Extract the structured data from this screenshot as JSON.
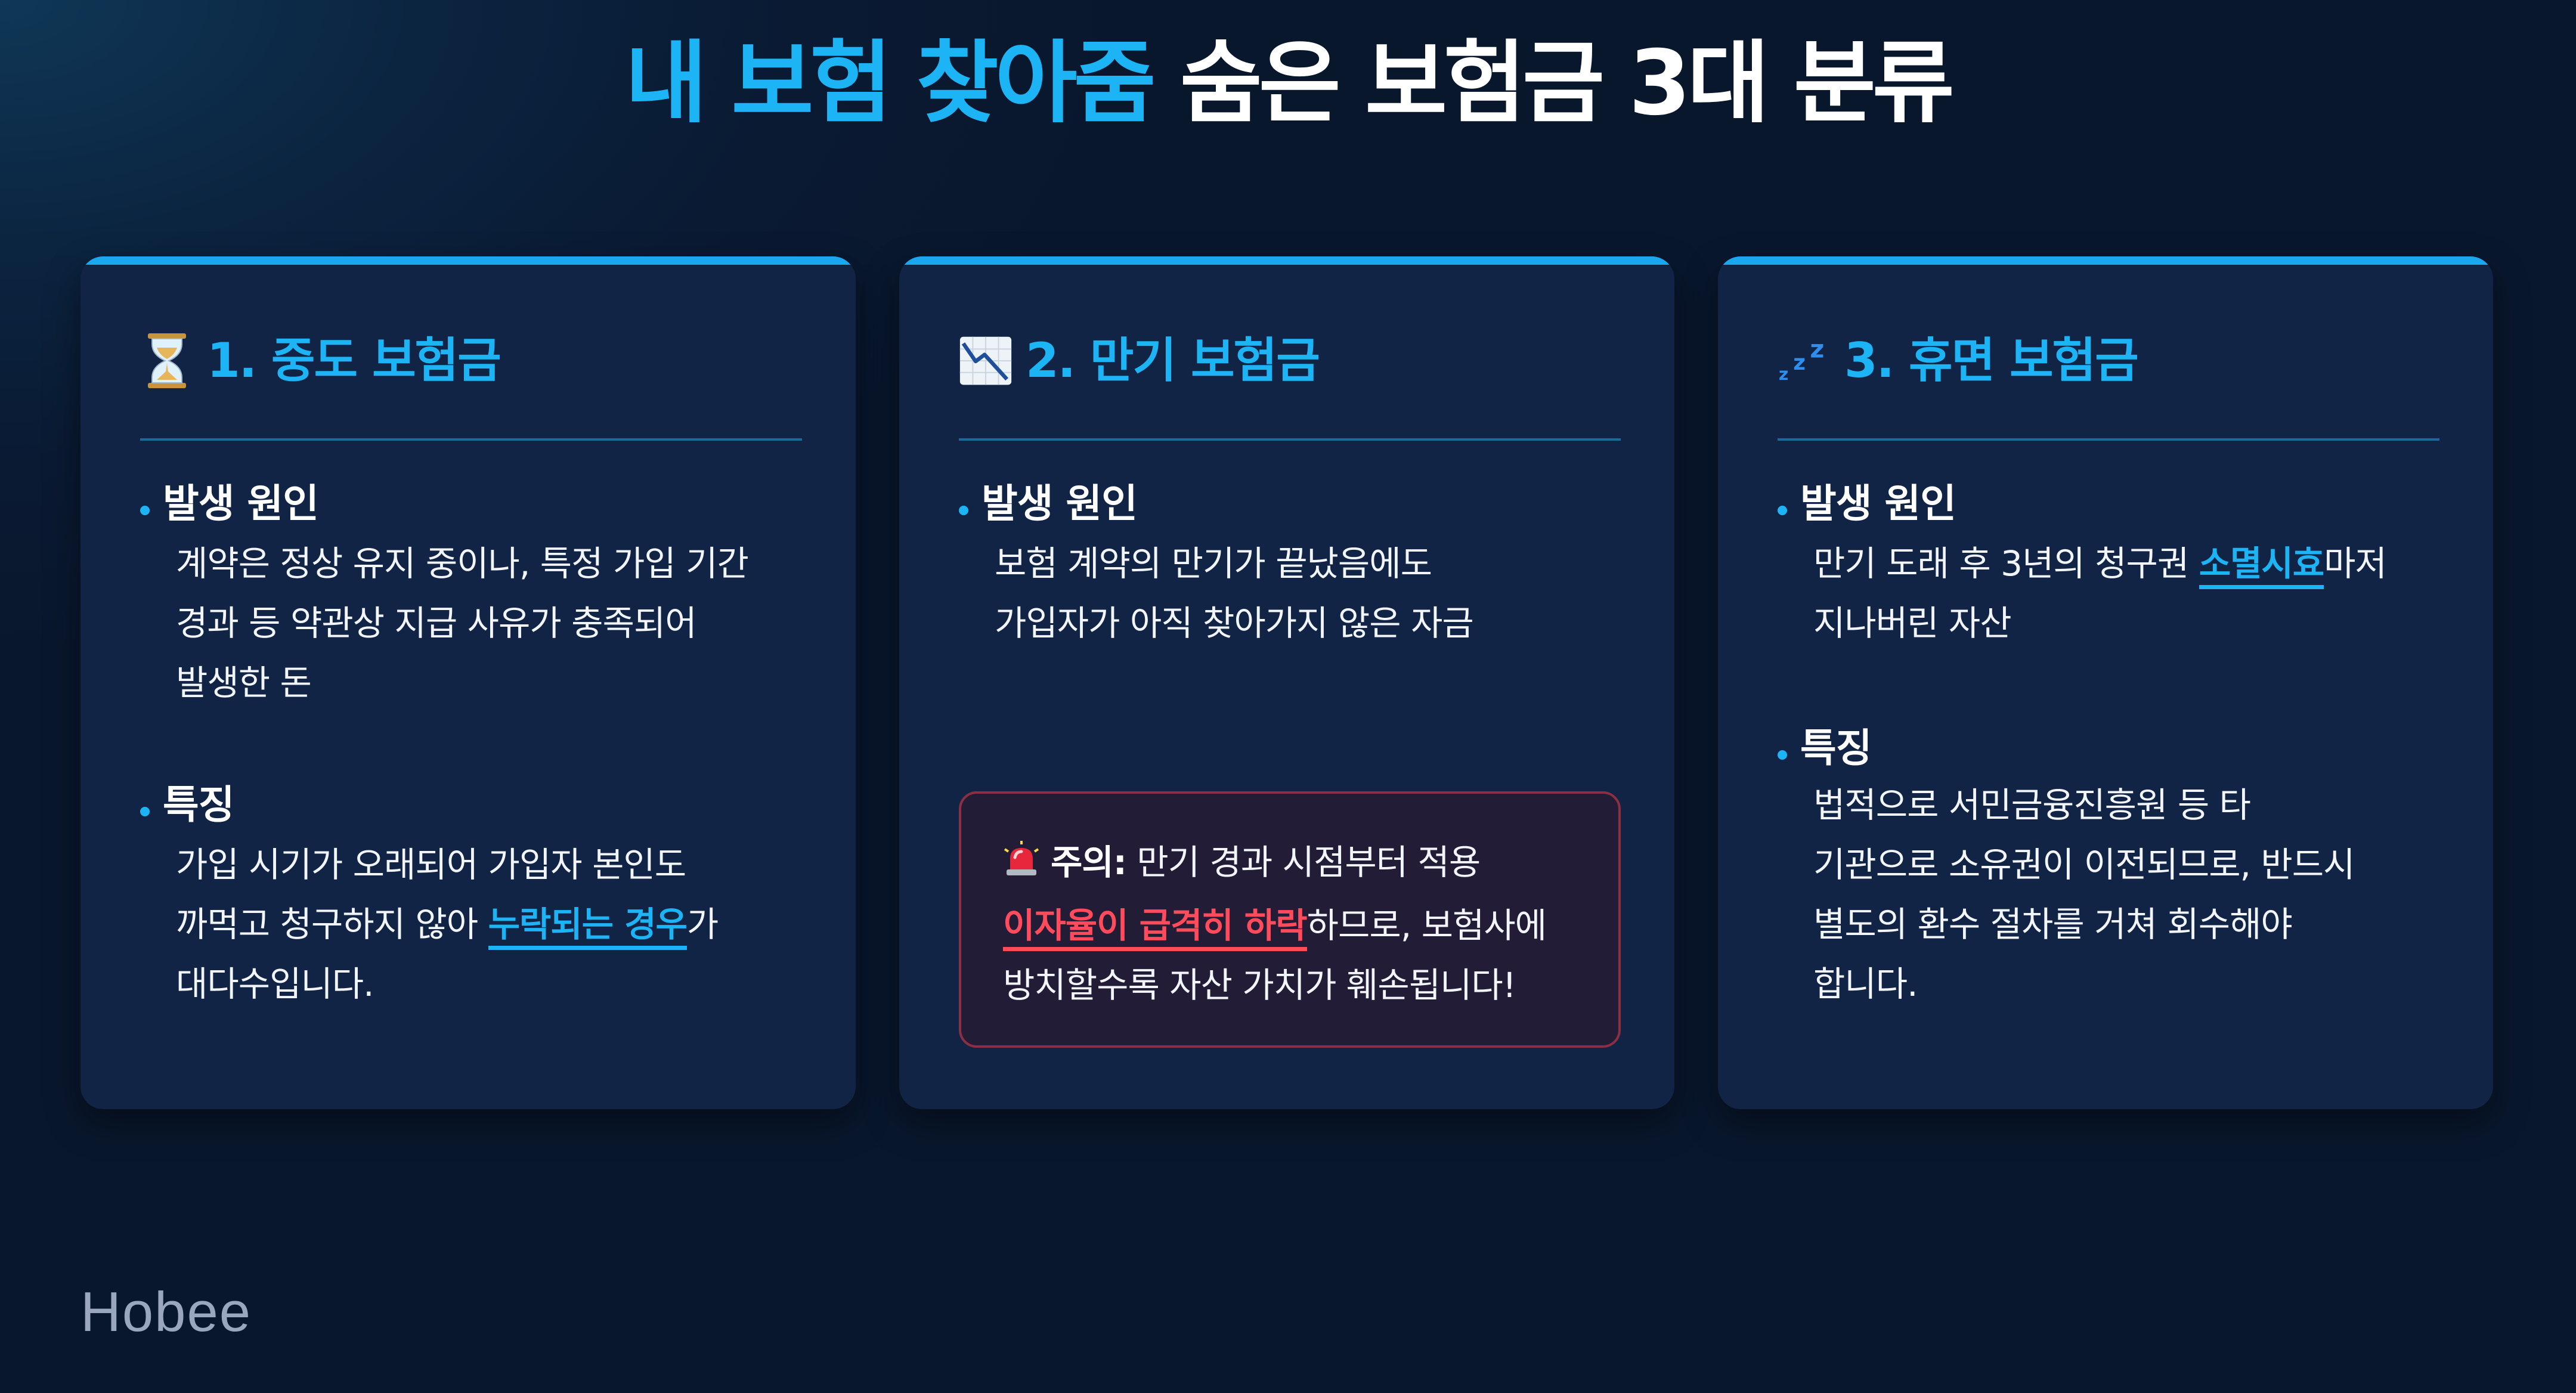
{
  "title": {
    "accent": "내 보험 찾아줌",
    "rest": "숨은 보험금 3대 분류"
  },
  "cards": [
    {
      "icon": "hourglass-icon",
      "title": "1. 중도 보험금",
      "cause_label": "발생 원인",
      "cause_lines": [
        "계약은 정상 유지 중이나, 특정 가입 기간",
        "경과 등 약관상 지급 사유가 충족되어",
        "발생한 돈"
      ],
      "feature_label": "특징",
      "feature_line1": "가입 시기가 오래되어 가입자 본인도",
      "feature_line2_pre": "까먹고 청구하지 않아 ",
      "feature_line2_hl": "누락되는 경우",
      "feature_line2_post": "가",
      "feature_line3": "대다수입니다."
    },
    {
      "icon": "chart-decreasing-icon",
      "title": "2. 만기 보험금",
      "cause_label": "발생 원인",
      "cause_lines": [
        "보험 계약의 만기가 끝났음에도",
        "가입자가 아직 찾아가지 않은 자금"
      ],
      "warning": {
        "icon": "siren-icon",
        "label": "주의:",
        "line1": "만기 경과 시점부터 적용",
        "line2_hl": "이자율이 급격히 하락",
        "line2_post": "하므로, 보험사에",
        "line3": "방치할수록 자산 가치가 훼손됩니다!"
      }
    },
    {
      "icon": "zzz-icon",
      "title": "3. 휴면 보험금",
      "cause_label": "발생 원인",
      "cause_line1_pre": "만기 도래 후 3년의 청구권 ",
      "cause_line1_hl": "소멸시효",
      "cause_line1_post": "마저",
      "cause_line2": "지나버린 자산",
      "feature_label": "특징",
      "feature_lines": [
        "법적으로 서민금융진흥원 등 타",
        "기관으로 소유권이 이전되므로, 반드시",
        "별도의 환수 절차를 거쳐 회수해야",
        "합니다."
      ]
    }
  ],
  "brand": "Hobee",
  "colors": {
    "accent": "#1cb4f5",
    "card": "#112445",
    "warning": "#ff4b5c",
    "background": "#0a1a33"
  }
}
